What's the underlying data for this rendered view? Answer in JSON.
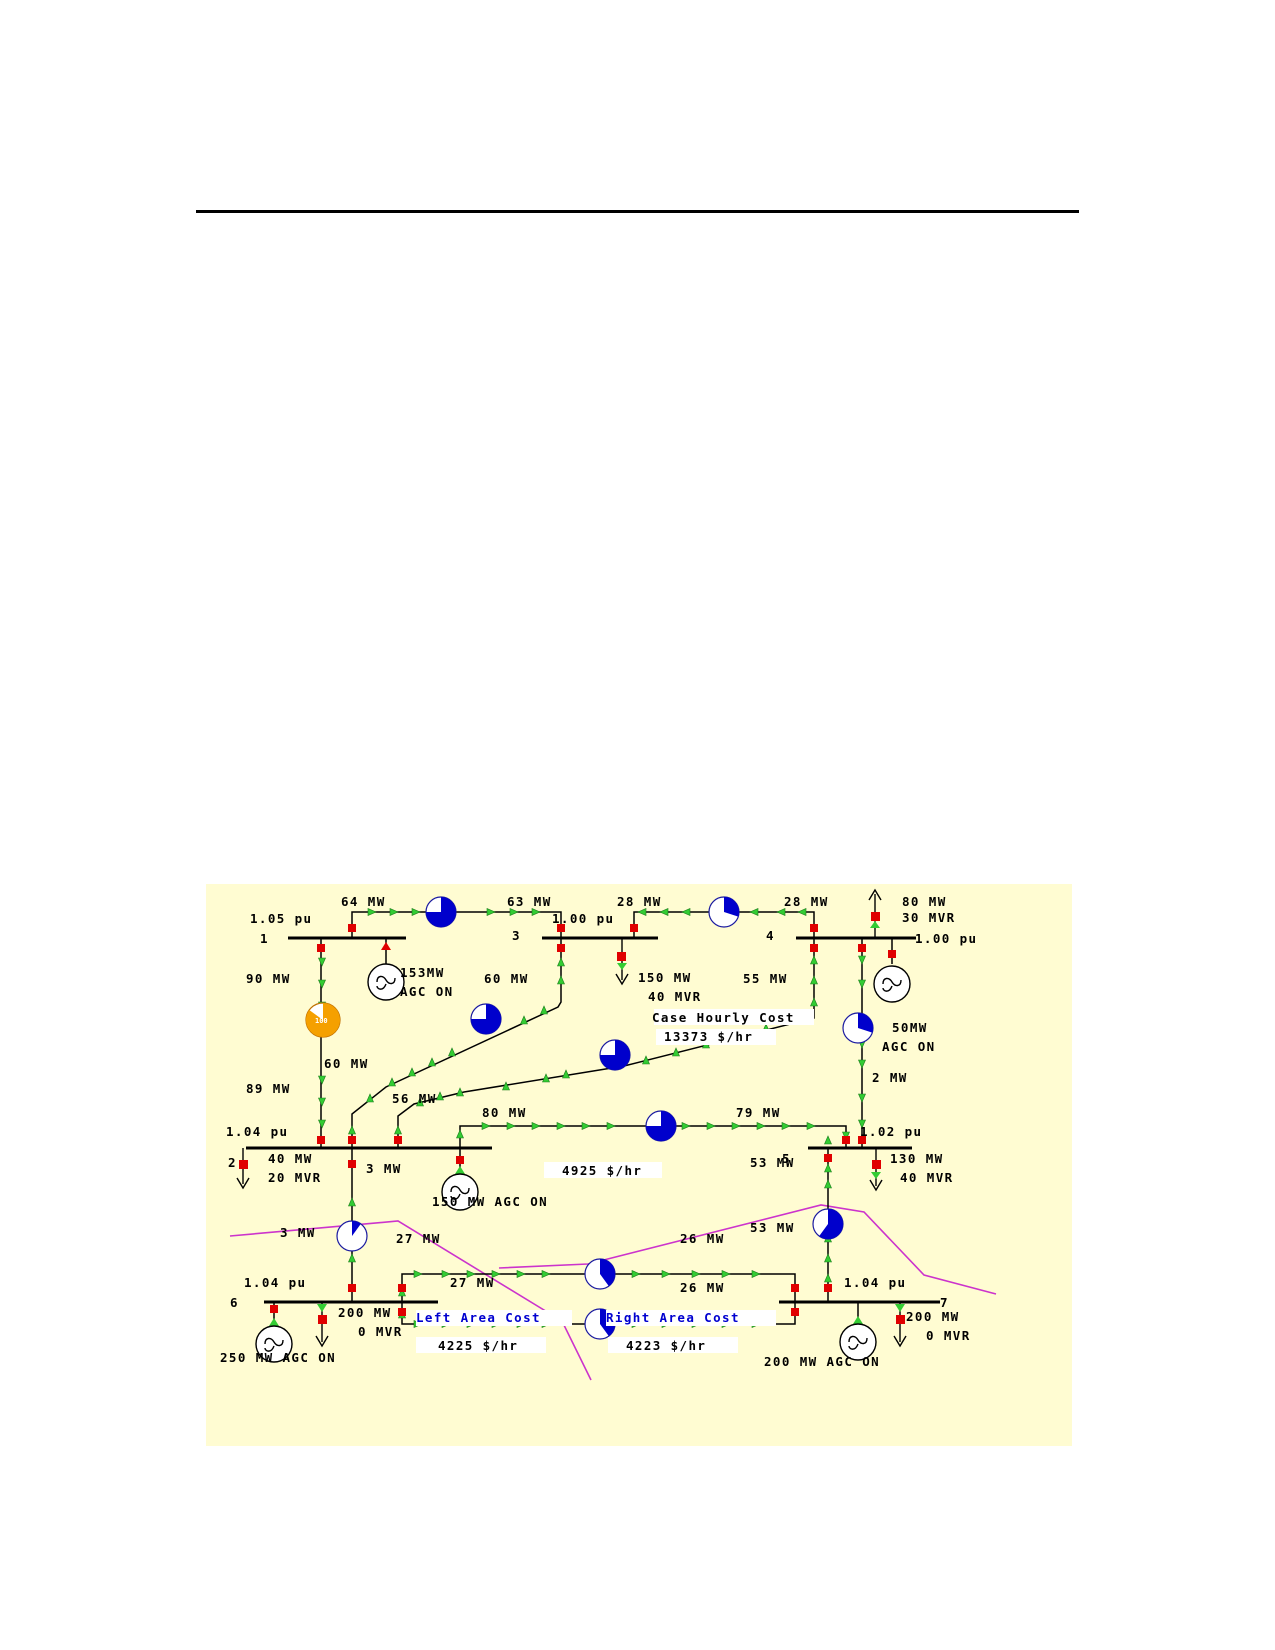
{
  "colors": {
    "background": "#fffcd2",
    "bus": "#000000",
    "breaker": "#e00000",
    "flow_arrow": "#33cc33",
    "pie_fill": "#0000cc",
    "overloaded_pie": "#f5a000",
    "area_boundary": "#cc33cc",
    "area_cost_label": "#0000d0"
  },
  "buses": {
    "b1": {
      "number": "1",
      "voltage": "1.05 pu"
    },
    "b2": {
      "number": "2",
      "voltage": "1.04 pu"
    },
    "b3": {
      "number": "3",
      "voltage": "1.00 pu"
    },
    "b4": {
      "number": "4",
      "voltage": "1.00 pu"
    },
    "b5": {
      "number": "5",
      "voltage": "1.02 pu"
    },
    "b6": {
      "number": "6",
      "voltage": "1.04 pu"
    },
    "b7": {
      "number": "7",
      "voltage": "1.04 pu"
    }
  },
  "flows": {
    "l13_from": "64 MW",
    "l13_to": "63 MW",
    "l34_from": "28 MW",
    "l34_to": "28 MW",
    "l12_from": "90 MW",
    "l12_to": "89 MW",
    "l23_from": "60 MW",
    "l23_to": "60 MW",
    "l24_from": "56 MW",
    "l24_to": "55 MW",
    "l25_from": "80 MW",
    "l25_to": "79 MW",
    "l45": "2 MW",
    "l26_from": "3 MW",
    "l26_to": "3 MW",
    "l57_from": "53 MW",
    "l57_to": "53 MW",
    "l67a_from": "27 MW",
    "l67a_to": "26 MW",
    "l67b_from": "27 MW",
    "l67b_to": "26 MW"
  },
  "line_loading_pct": {
    "l13": 75,
    "l34": 30,
    "l12": 85,
    "l23": 75,
    "l24": 75,
    "l25": 75,
    "l45": 30,
    "l26": 10,
    "l57": 60,
    "l67a": 40,
    "l67b": 40
  },
  "overloaded_pie_text": "100",
  "generators": {
    "g1": {
      "mw_value": "153",
      "mw_unit": "MW",
      "agc": "AGC ON"
    },
    "g2": {
      "text": "150",
      "unit": "MW AGC ON"
    },
    "g4": {
      "mw_value": "50",
      "mw_unit": "MW",
      "agc": "AGC ON"
    },
    "g6": {
      "text": "250",
      "unit": "MW AGC ON"
    },
    "g7": {
      "text": "200",
      "unit": "MW AGC ON"
    }
  },
  "loads": {
    "l2": {
      "mw": "40 MW",
      "mvr": "20 MVR"
    },
    "l3": {
      "mw": "150 MW",
      "mvr": "40 MVR"
    },
    "l4": {
      "mw": "80 MW",
      "mvr": "30 MVR"
    },
    "l5": {
      "mw": "130 MW",
      "mvr": "40 MVR"
    },
    "l6": {
      "mw": "200 MW",
      "mvr": "0 MVR"
    },
    "l7": {
      "mw": "200 MW",
      "mvr": "0 MVR"
    }
  },
  "costs": {
    "case_label": "Case Hourly Cost",
    "case_value": "13373 $/hr",
    "middle_value": "4925 $/hr",
    "left_label": "Left Area Cost",
    "left_value": "4225 $/hr",
    "right_label": "Right Area Cost",
    "right_value": "4223 $/hr"
  }
}
